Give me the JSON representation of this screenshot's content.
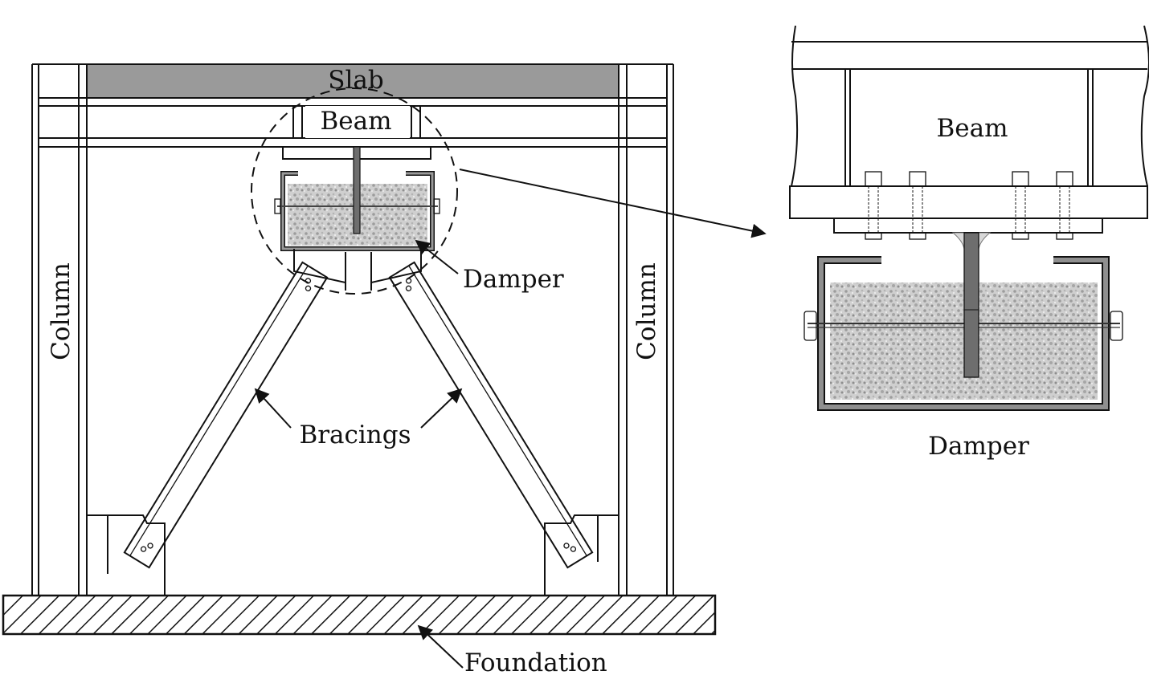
{
  "labels": {
    "slab": "Slab",
    "beam": "Beam",
    "damper": "Damper",
    "column_left": "Column",
    "column_right": "Column",
    "bracings": "Bracings",
    "foundation": "Foundation",
    "detail_beam": "Beam",
    "detail_damper": "Damper"
  },
  "colors": {
    "slab_fill": "#9a9a9a",
    "damper_frame": "#8f8f8f",
    "granular_fill": "#c7c7c7",
    "rod": "#6e6e6e"
  }
}
